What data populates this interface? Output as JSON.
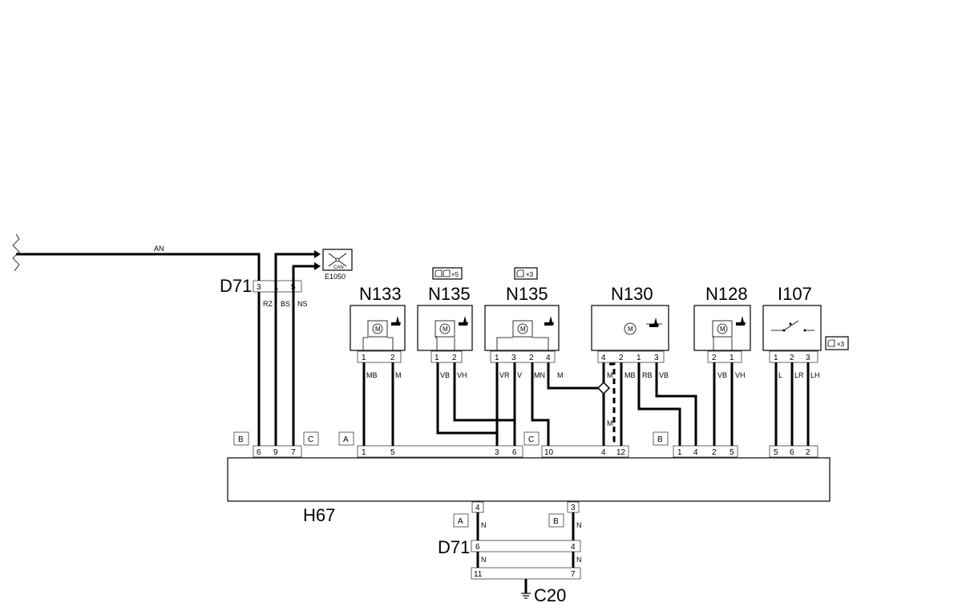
{
  "components": {
    "n133": "N133",
    "n135a": "N135",
    "n135b": "N135",
    "n130": "N130",
    "n128": "N128",
    "i107": "I107",
    "h67": "H67",
    "d71_top": "D71",
    "d71_bottom": "D71",
    "c20": "C20",
    "e1050": "E1050",
    "can": "CAN"
  },
  "motor_symbol": "M",
  "annotations": {
    "x5": "×5",
    "x3a": "×3",
    "x3b": "×3"
  },
  "connector_letters": {
    "b1": "B",
    "c1": "C",
    "a1": "A",
    "c2": "C",
    "b2": "B",
    "a_bottom": "A",
    "b_bottom": "B"
  },
  "d71_top_pins": [
    "3",
    "1",
    "5"
  ],
  "d71_top_wires": [
    "RZ",
    "BS",
    "NS"
  ],
  "h67_pins_b_left": [
    "6",
    "9",
    "7"
  ],
  "h67_pins_a": [
    "1",
    "5"
  ],
  "h67_pins_a_right": [
    "3",
    "6"
  ],
  "h67_pins_c": [
    "10",
    "4",
    "12"
  ],
  "h67_pins_b_right": [
    "1",
    "4",
    "2",
    "5"
  ],
  "h67_pins_last": [
    "5",
    "6",
    "2"
  ],
  "top_wire": "AN",
  "n133": {
    "pins": [
      "1",
      "2"
    ],
    "wires": [
      "MB",
      "M"
    ]
  },
  "n135a": {
    "pins": [
      "1",
      "2"
    ],
    "wires": [
      "VB",
      "VH"
    ]
  },
  "n135b": {
    "pins": [
      "1",
      "3",
      "2",
      "4"
    ],
    "wires": [
      "VR",
      "V",
      "MN",
      "M"
    ]
  },
  "n130": {
    "pins": [
      "4",
      "2",
      "1",
      "3"
    ],
    "wires": [
      "M",
      "MB",
      "RB",
      "VB"
    ],
    "dashed_wire": "M"
  },
  "n128": {
    "pins": [
      "2",
      "1"
    ],
    "wires": [
      "VB",
      "VH"
    ]
  },
  "i107": {
    "pins": [
      "1",
      "2",
      "3"
    ],
    "wires": [
      "L",
      "LR",
      "LH"
    ]
  },
  "bottom": {
    "h67_pins": [
      "4",
      "3"
    ],
    "wires_upper": [
      "N",
      "N"
    ],
    "d71_pins_upper": [
      "6",
      "4"
    ],
    "wires_lower": [
      "N",
      "N"
    ],
    "d71_pins_lower": [
      "11",
      "7"
    ]
  }
}
